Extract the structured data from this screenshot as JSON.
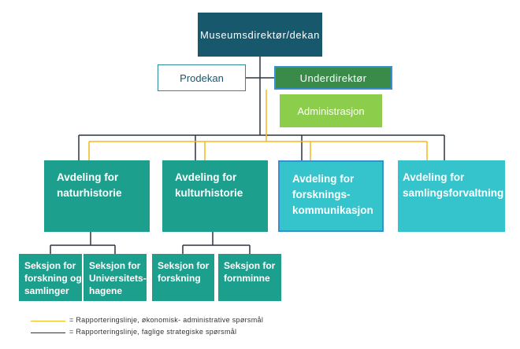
{
  "colors": {
    "director": "#17586d",
    "teal": "#1d9f8d",
    "turquoise": "#35c4cc",
    "green_dark": "#3a8a4a",
    "green_light": "#8ccd4c",
    "line_professional": "#2b3440",
    "line_administrative": "#f3b81c"
  },
  "nodes": {
    "director": "Museumsdirektør/dekan",
    "prodekan": "Prodekan",
    "underdirektor": "Underdirektør",
    "administrasjon": "Administrasjon",
    "departments": [
      "Avdeling for\nnaturhistorie",
      "Avdeling for\nkulturhistorie",
      "Avdeling for\nforsknings-\nkommunikasjon",
      "Avdeling for\nsamlingsforvaltning"
    ],
    "sections": [
      "Seksjon for\nforskning og\nsamlinger",
      "Seksjon for\nUniversitets-\nhagene",
      "Seksjon for\nforskning",
      "Seksjon for\nfornminne"
    ]
  },
  "legend": {
    "administrative": "= Rapporteringslinje, økonomisk- administrative spørsmål",
    "professional": "= Rapporteringslinje, faglige strategiske spørsmål"
  }
}
